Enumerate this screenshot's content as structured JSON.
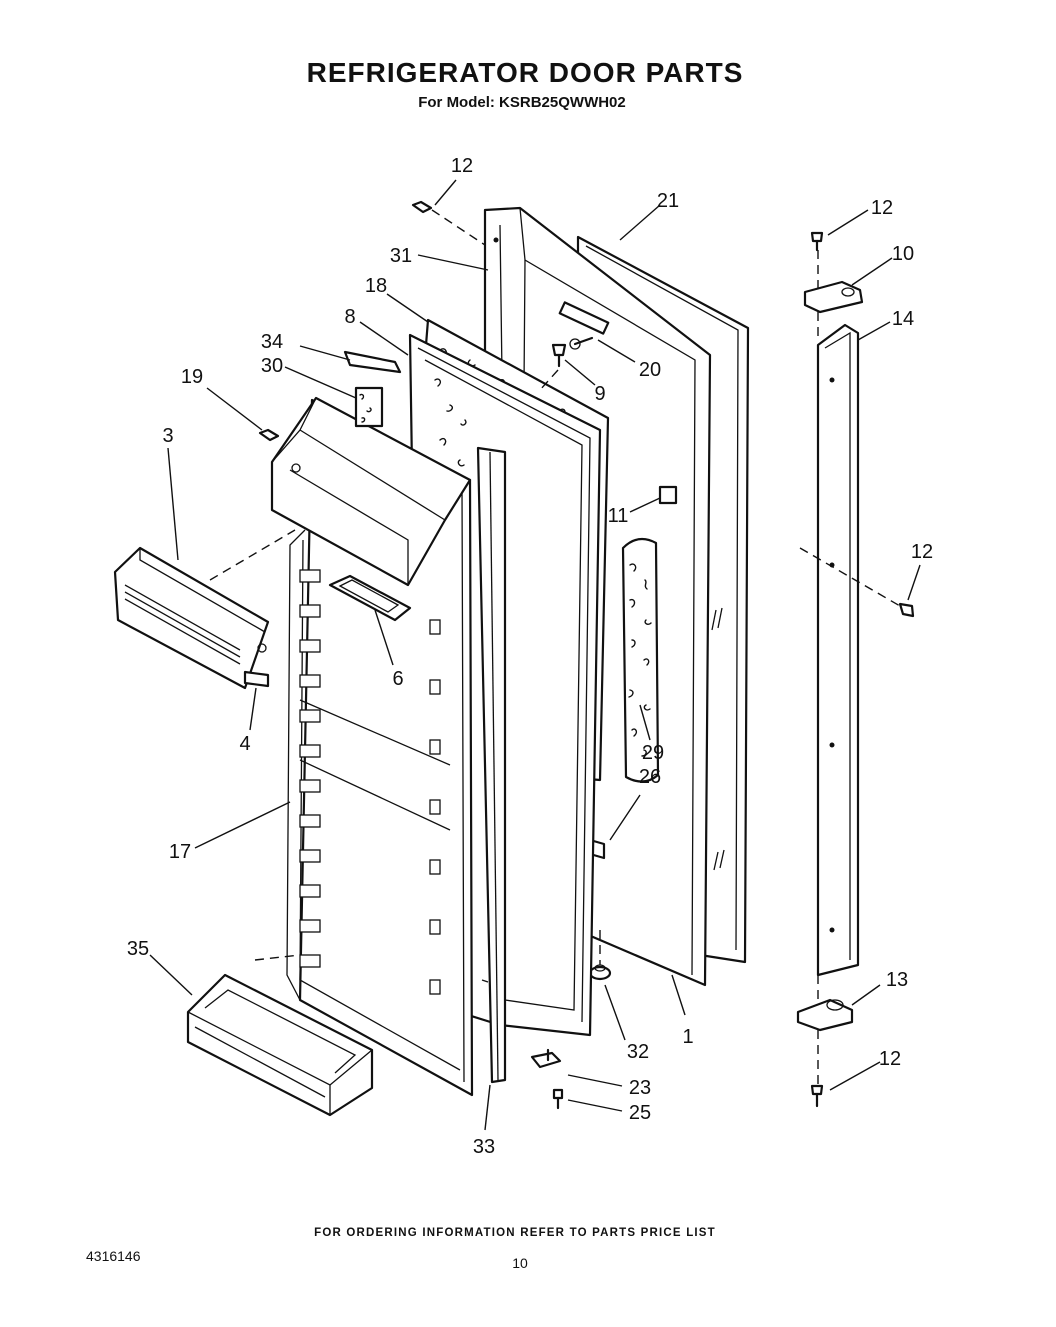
{
  "title": "REFRIGERATOR DOOR PARTS",
  "subtitle": "For Model: KSRB25QWWH02",
  "footer_note": "FOR ORDERING INFORMATION REFER TO PARTS PRICE LIST",
  "doc_number": "4316146",
  "page_number": "10",
  "callouts": {
    "c12a": "12",
    "c21": "21",
    "c12b": "12",
    "c10": "10",
    "c31": "31",
    "c14": "14",
    "c18": "18",
    "c8": "8",
    "c34": "34",
    "c20": "20",
    "c30": "30",
    "c9": "9",
    "c19": "19",
    "c3": "3",
    "c11": "11",
    "c12c": "12",
    "c6": "6",
    "c4": "4",
    "c29": "29",
    "c26": "26",
    "c17": "17",
    "c35": "35",
    "c13": "13",
    "c32": "32",
    "c1": "1",
    "c12d": "12",
    "c23": "23",
    "c25": "25",
    "c33": "33"
  }
}
